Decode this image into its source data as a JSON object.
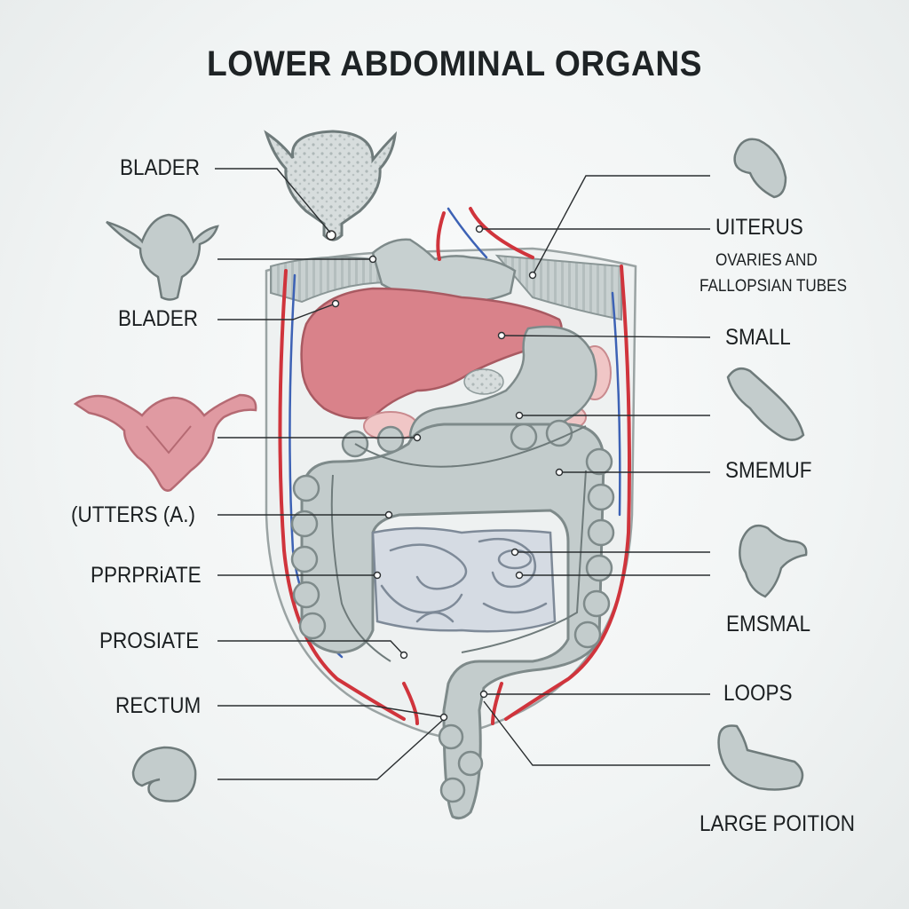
{
  "title": "LOWER ABDOMINAL ORGANS",
  "labels": {
    "blader_top": "BLADER",
    "blader_mid": "BLADER",
    "utters": "(UTTERS (A.)",
    "pprpriate": "PPRPRiATE",
    "prosiate": "PROSIATE",
    "rectum": "RECTUM",
    "uiterus": "UITERUS",
    "ovaries_line1": "OVARIES AND",
    "ovaries_line2": "FALLOPSIAN TUBES",
    "small": "SMALL",
    "smemuf": "SMEMUF",
    "emsmal": "EMSMAL",
    "loops": "LOOPS",
    "large_poition": "LARGE POITION"
  },
  "colors": {
    "organ_grey": "#c3cccc",
    "organ_stroke": "#7e8a8a",
    "liver_red": "#d9828a",
    "vessel_red": "#d0343c",
    "vessel_blue": "#3d62b5",
    "uterus_pink": "#e09aa2",
    "leader_line": "#2a2e30"
  }
}
